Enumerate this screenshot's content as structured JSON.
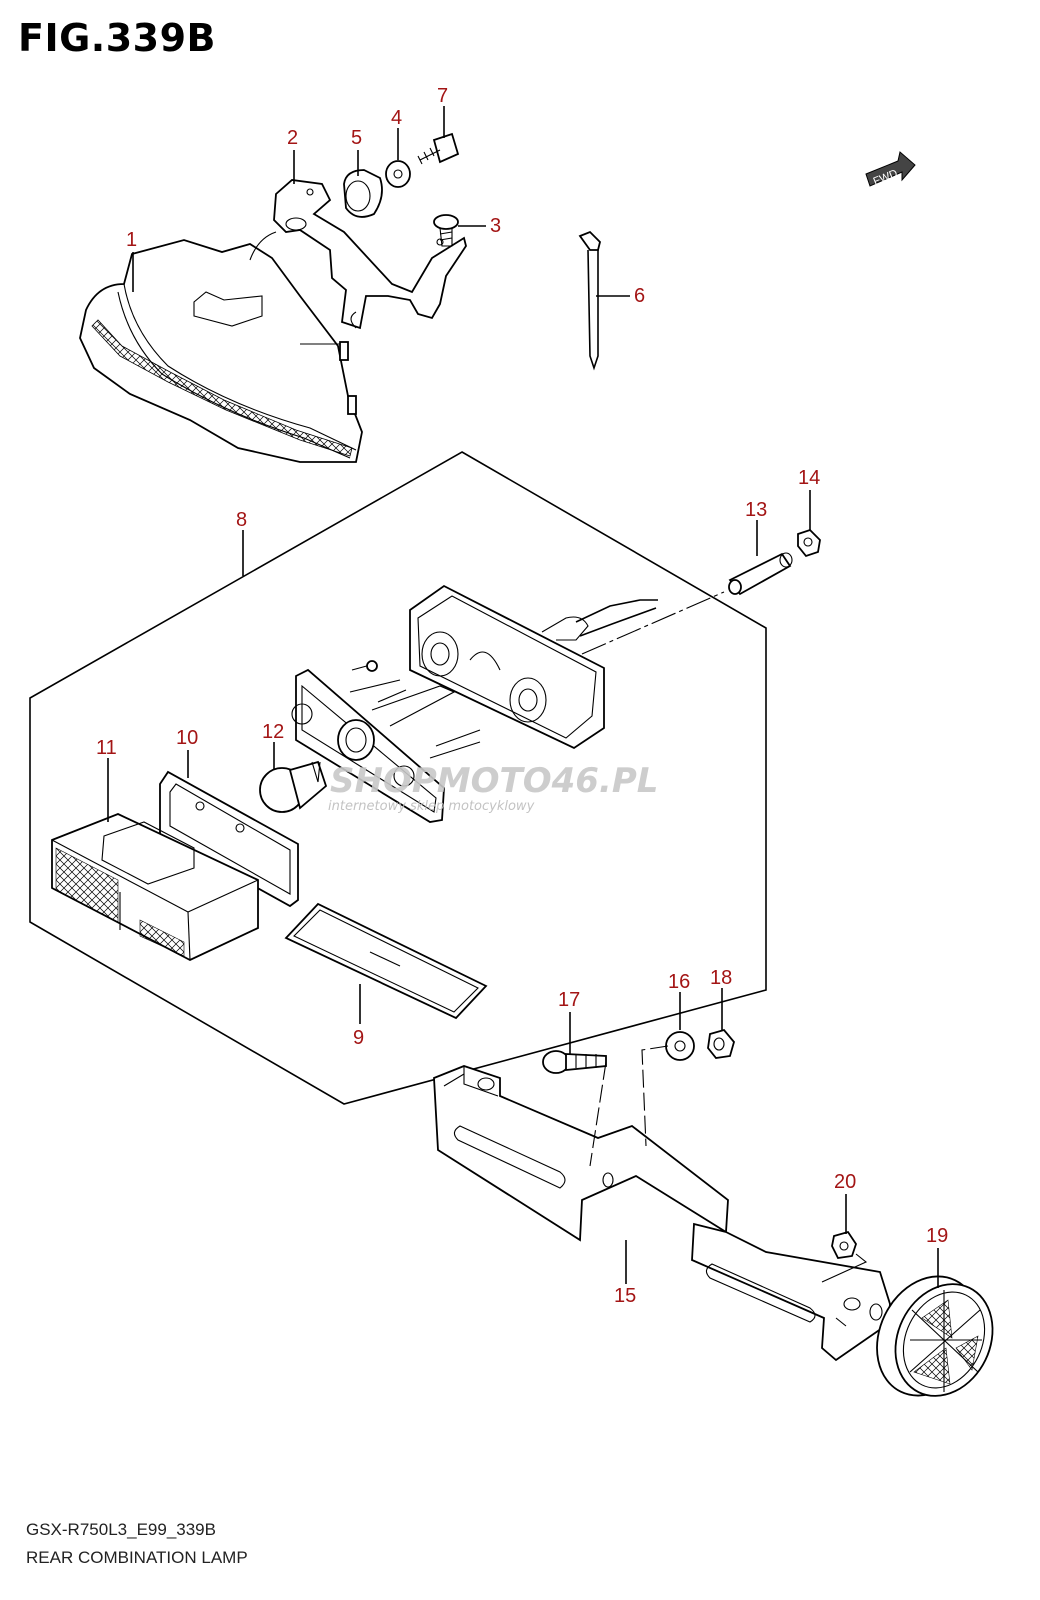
{
  "header": {
    "figure_title": "FIG.339B"
  },
  "fwd_badge": {
    "text": "FWD"
  },
  "watermark": {
    "brand": "SHOPMOTO46.PL",
    "tagline": "internetowy sklep motocyklowy"
  },
  "callouts": {
    "1": "1",
    "2": "2",
    "3": "3",
    "4": "4",
    "5": "5",
    "6": "6",
    "7": "7",
    "8": "8",
    "9": "9",
    "10": "10",
    "11": "11",
    "12": "12",
    "13": "13",
    "14": "14",
    "15": "15",
    "16": "16",
    "17": "17",
    "18": "18",
    "19": "19",
    "20": "20"
  },
  "footer": {
    "model_code": "GSX-R750L3_E99_339B",
    "diagram_name": "REAR COMBINATION LAMP"
  },
  "colors": {
    "callout": "#a31515",
    "line": "#000000",
    "watermark": "#c8c8c8"
  }
}
